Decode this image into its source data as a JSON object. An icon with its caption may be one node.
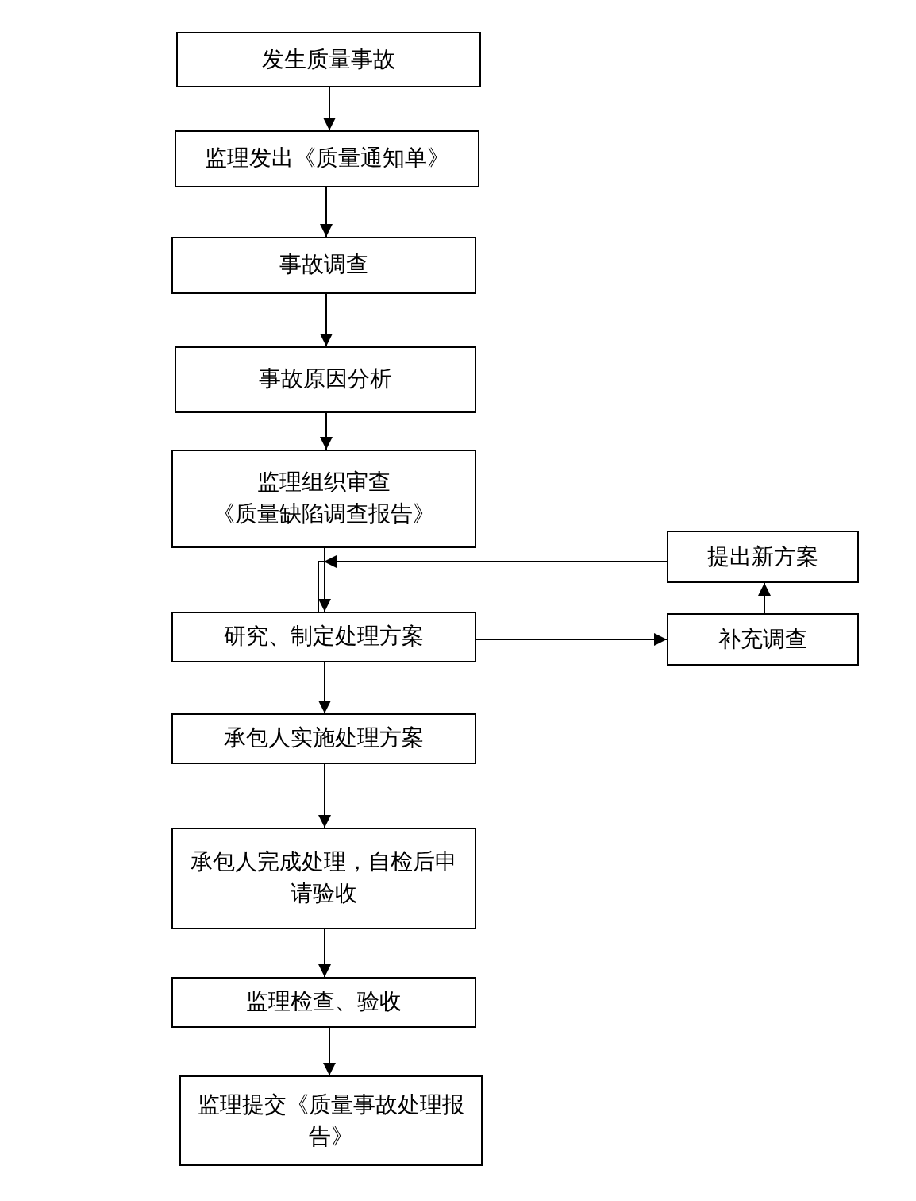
{
  "diagram": {
    "nodes": [
      {
        "text": [
          "发生质量事故"
        ]
      },
      {
        "text": [
          "监理发出《质量通知单》"
        ]
      },
      {
        "text": [
          "事故调查"
        ]
      },
      {
        "text": [
          "事故原因分析"
        ]
      },
      {
        "text": [
          "监理组织审查",
          "《质量缺陷调查报告》"
        ]
      },
      {
        "text": [
          "研究、制定处理方案"
        ]
      },
      {
        "text": [
          "提出新方案"
        ]
      },
      {
        "text": [
          "补充调查"
        ]
      },
      {
        "text": [
          "承包人实施处理方案"
        ]
      },
      {
        "text": [
          "承包人完成处理，自检后申请验收"
        ]
      },
      {
        "text": [
          "监理检查、验收"
        ]
      },
      {
        "text": [
          "监理提交《质量事故处理报告》"
        ]
      }
    ],
    "edges": [
      {
        "from": 0,
        "to": 1,
        "arrow": "to"
      },
      {
        "from": 1,
        "to": 2,
        "arrow": "to"
      },
      {
        "from": 2,
        "to": 3,
        "arrow": "to"
      },
      {
        "from": 3,
        "to": 4,
        "arrow": "to"
      },
      {
        "from": 4,
        "to": 5,
        "arrow": "to"
      },
      {
        "from": 5,
        "to": 7,
        "arrow": "to"
      },
      {
        "from": 7,
        "to": 6,
        "arrow": "to"
      },
      {
        "from": 6,
        "to": 5,
        "arrow": "to"
      },
      {
        "from": 5,
        "to": 8,
        "arrow": "to"
      },
      {
        "from": 8,
        "to": 9,
        "arrow": "to"
      },
      {
        "from": 9,
        "to": 10,
        "arrow": "to"
      },
      {
        "from": 10,
        "to": 11,
        "arrow": "to"
      }
    ]
  }
}
